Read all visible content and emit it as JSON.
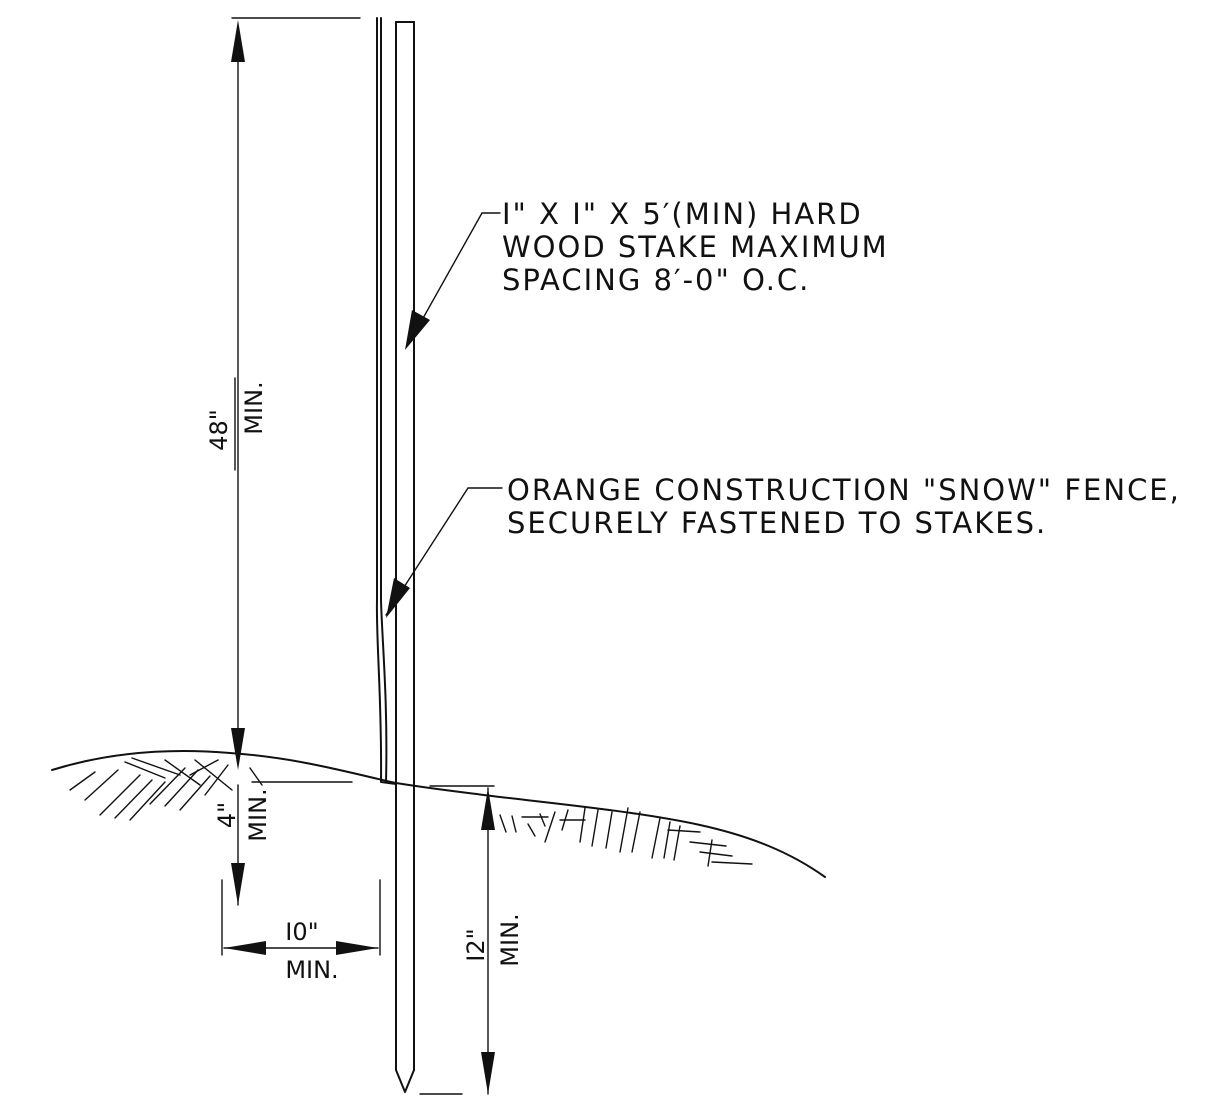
{
  "notes": {
    "stake_lines": [
      "I\" X  I\" X  5′(MIN) HARD",
      "WOOD  STAKE  MAXIMUM",
      "SPACING  8′-0\" O.C."
    ],
    "fence_lines": [
      "ORANGE  CONSTRUCTION  \"SNOW\" FENCE,",
      "SECURELY  FASTENED  TO  STAKES."
    ]
  },
  "dimensions": {
    "height_above_ground": {
      "value": "48\"",
      "qualifier": "MIN."
    },
    "fence_bury_depth": {
      "value": "4\"",
      "qualifier": "MIN."
    },
    "trench_offset": {
      "value": "I0\"",
      "qualifier": "MIN."
    },
    "stake_embedment": {
      "value": "I2\"",
      "qualifier": "MIN."
    }
  }
}
